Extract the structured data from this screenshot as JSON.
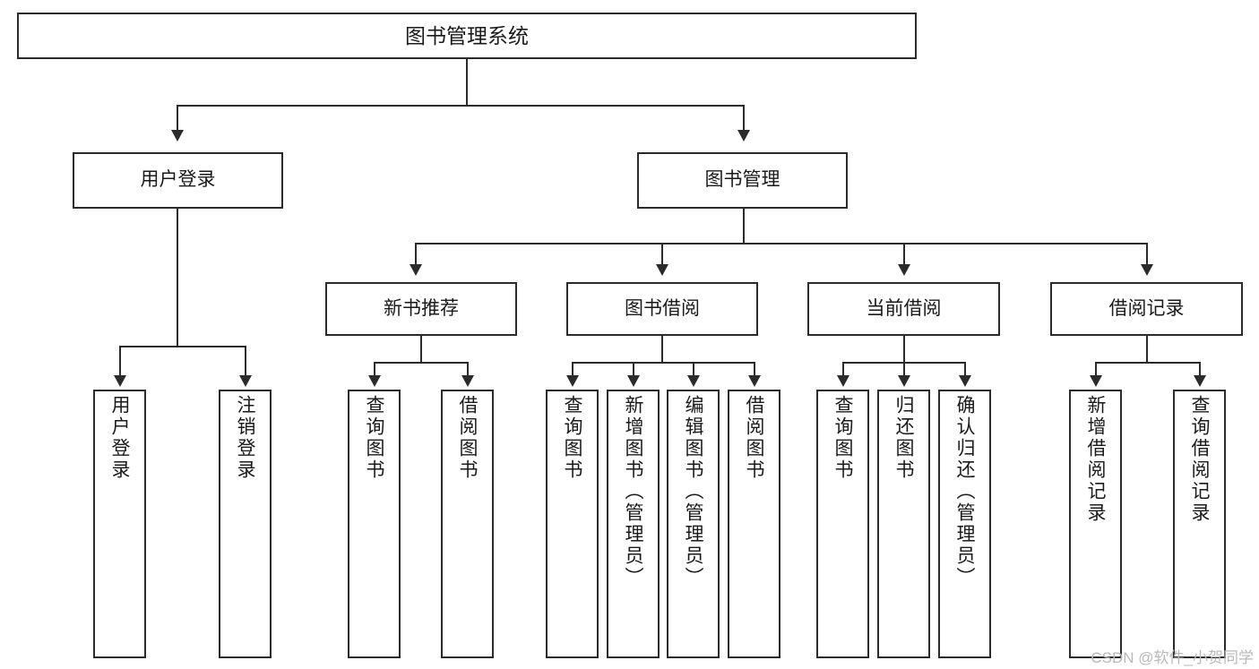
{
  "diagram": {
    "title": "图书管理系统",
    "type": "hierarchy-tree",
    "root": {
      "label": "图书管理系统"
    },
    "level2": [
      {
        "label": "用户登录"
      },
      {
        "label": "图书管理"
      }
    ],
    "level3": [
      {
        "label": "新书推荐"
      },
      {
        "label": "图书借阅"
      },
      {
        "label": "当前借阅"
      },
      {
        "label": "借阅记录"
      }
    ],
    "leaves": [
      {
        "label": "用户登录",
        "parent": "用户登录"
      },
      {
        "label": "注销登录",
        "parent": "用户登录"
      },
      {
        "label": "查询图书",
        "parent": "新书推荐"
      },
      {
        "label": "借阅图书",
        "parent": "新书推荐"
      },
      {
        "label": "查询图书",
        "parent": "图书借阅"
      },
      {
        "label": "新增图书（管理员）",
        "parent": "图书借阅"
      },
      {
        "label": "编辑图书（管理员）",
        "parent": "图书借阅"
      },
      {
        "label": "借阅图书",
        "parent": "图书借阅"
      },
      {
        "label": "查询图书",
        "parent": "当前借阅"
      },
      {
        "label": "归还图书",
        "parent": "当前借阅"
      },
      {
        "label": "确认归还（管理员）",
        "parent": "当前借阅"
      },
      {
        "label": "新增借阅记录",
        "parent": "借阅记录"
      },
      {
        "label": "查询借阅记录",
        "parent": "借阅记录"
      }
    ],
    "colors": {
      "stroke": "#2b2b2b",
      "fill": "#ffffff",
      "text": "#1a1a1a",
      "watermark": "#b9b9b9"
    }
  },
  "watermark": {
    "text": "CSDN @软件_小贺同学"
  }
}
